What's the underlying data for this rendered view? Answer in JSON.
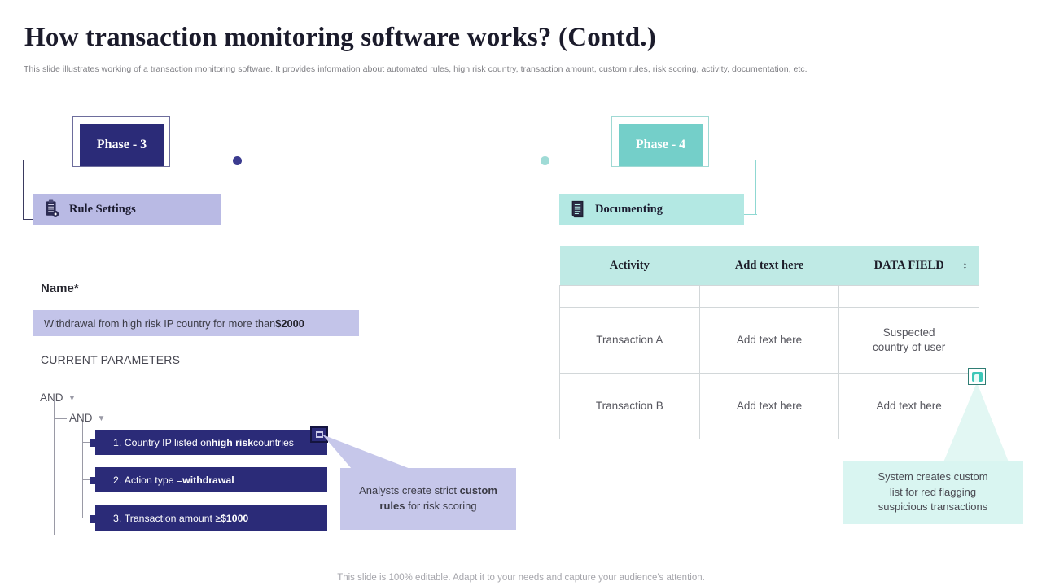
{
  "header": {
    "title": "How transaction monitoring software works? (Contd.)",
    "subtitle": "This slide illustrates working of a transaction monitoring software. It provides information about automated rules, high risk country, transaction amount, custom rules, risk scoring, activity,  documentation, etc."
  },
  "footer": {
    "text": "This slide is 100% editable. Adapt it to your needs and capture your audience's attention."
  },
  "colors": {
    "navy": "#2b2b78",
    "lavender": "#b9bae4",
    "teal": "#74cfc9",
    "aqua": "#b3e8e3",
    "header_aqua": "#bfeae5"
  },
  "phase3": {
    "label": "Phase - 3",
    "section_label": "Rule Settings",
    "icon": "clipboard-gear-icon"
  },
  "phase4": {
    "label": "Phase - 4",
    "section_label": "Documenting",
    "icon": "document-scroll-icon"
  },
  "form": {
    "name_label": "Name*",
    "name_value_prefix": "Withdrawal from high risk IP  country for more than ",
    "name_value_bold": "$2000",
    "current_parameters_label": "CURRENT PARAMETERS",
    "and_outer": "AND",
    "and_inner": "AND",
    "rules": [
      {
        "number": "1.",
        "text_prefix": "Country IP listed on ",
        "text_bold": "high risk",
        "text_suffix": " countries"
      },
      {
        "number": "2.",
        "text_prefix": "Action type = ",
        "text_bold": "withdrawal",
        "text_suffix": ""
      },
      {
        "number": "3.",
        "text_prefix": "Transaction  amount ≥ ",
        "text_bold": "$1000",
        "text_suffix": ""
      }
    ]
  },
  "callout_left": {
    "prefix": "Analysts create strict ",
    "bold": "custom rules",
    "suffix": " for risk scoring"
  },
  "callout_right": {
    "line1": "System creates custom",
    "line2": "list for red flagging",
    "line3": "suspicious transactions"
  },
  "table": {
    "columns": [
      "Activity",
      "Add text here",
      "DATA FIELD"
    ],
    "sort_icon": "↕",
    "rows": [
      {
        "activity": "Transaction A",
        "col2": "Add text here",
        "col3_line1": "Suspected",
        "col3_line2": "country of user"
      },
      {
        "activity": "Transaction B",
        "col2": "Add text here",
        "col3_line1": "Add text here",
        "col3_line2": ""
      }
    ]
  }
}
